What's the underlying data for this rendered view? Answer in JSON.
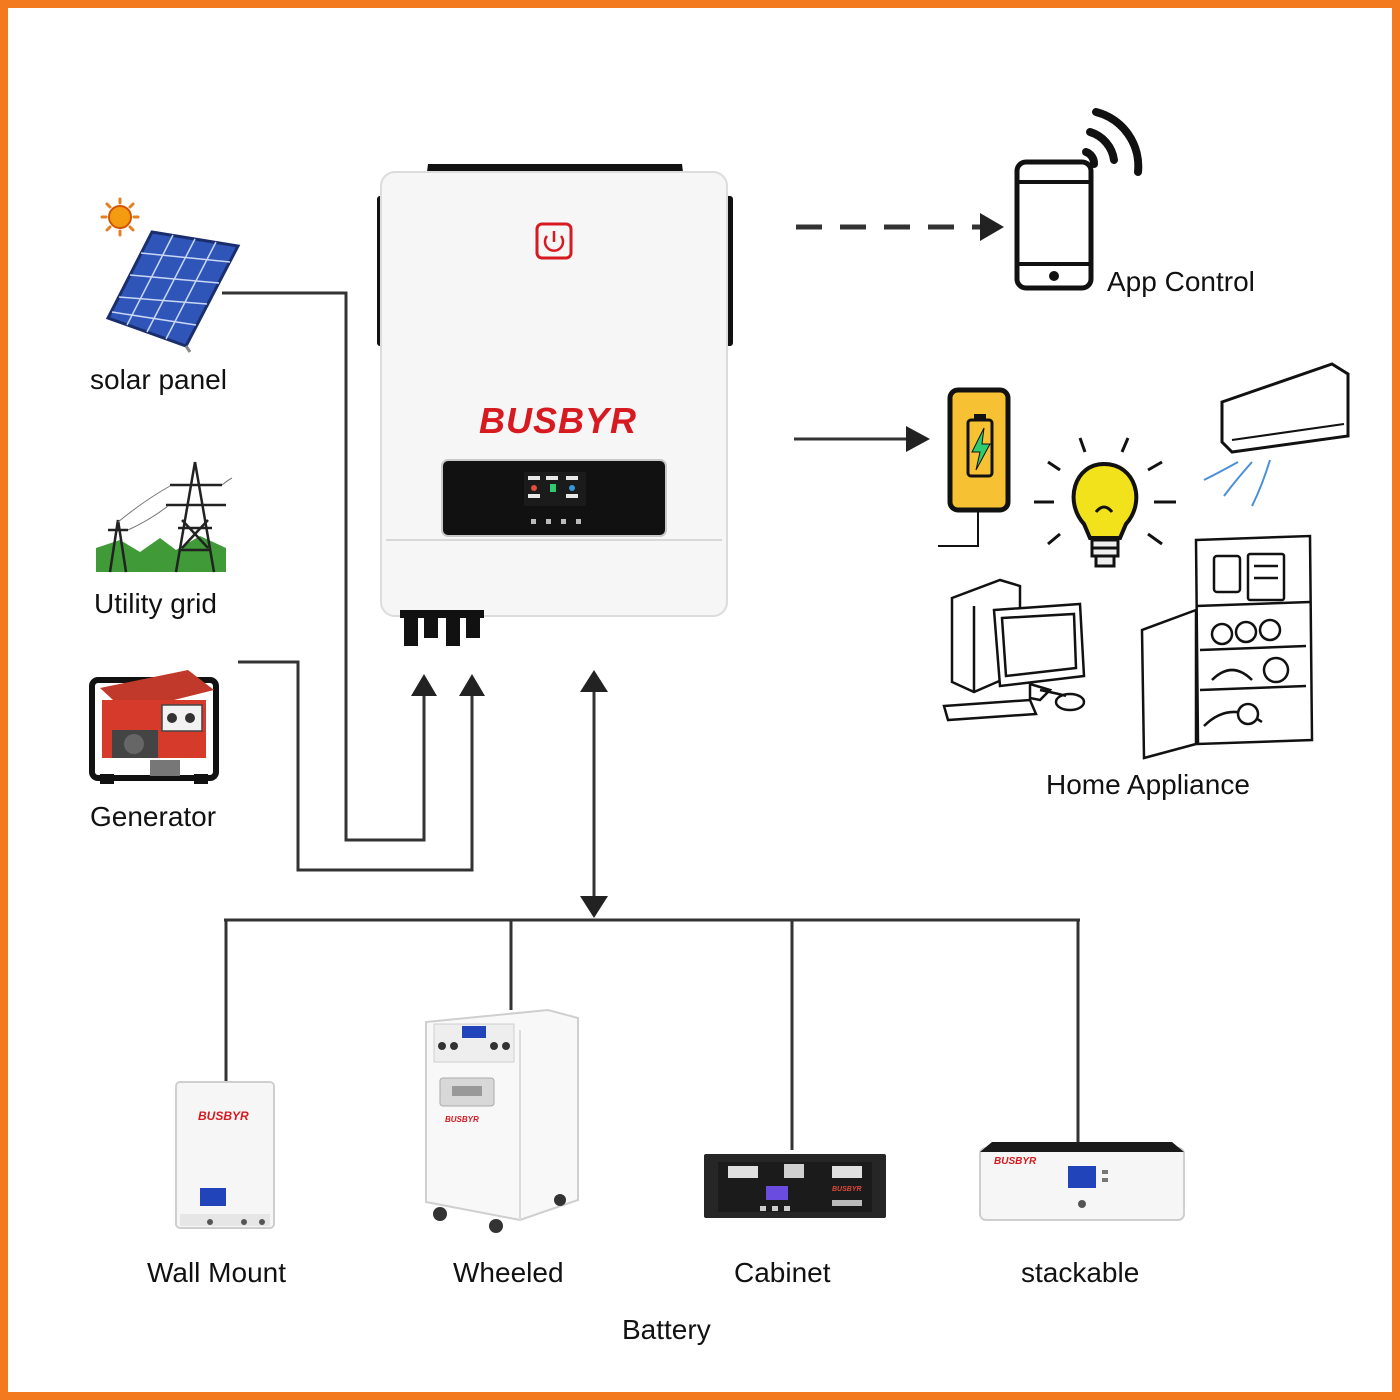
{
  "colors": {
    "frame": "#f47a20",
    "brand": "#d71920",
    "line": "#222222",
    "solar_panel": "#2f55b8",
    "bulb": "#f2e21b",
    "phone_screen": "#f6c233",
    "grass": "#3f9a37",
    "screen_dark": "#111111"
  },
  "inverter": {
    "brand": "BUSBYR"
  },
  "sources": {
    "solar": {
      "label": "solar panel",
      "icon": "solar-panel-icon"
    },
    "grid": {
      "label": "Utility grid",
      "icon": "power-tower-icon"
    },
    "generator": {
      "label": "Generator",
      "icon": "generator-icon"
    }
  },
  "outputs": {
    "app": {
      "label": "App Control",
      "icon": "smartphone-wifi-icon"
    },
    "appliances": {
      "label": "Home Appliance",
      "icons": [
        "phone-charging-icon",
        "light-bulb-icon",
        "air-conditioner-icon",
        "computer-icon",
        "refrigerator-icon"
      ]
    }
  },
  "battery": {
    "title": "Battery",
    "types": [
      {
        "label": "Wall Mount",
        "brand": "BUSBYR"
      },
      {
        "label": "Wheeled",
        "brand": "BUSBYR"
      },
      {
        "label": "Cabinet",
        "brand": "BUSBYR"
      },
      {
        "label": "stackable",
        "brand": "BUSBYR"
      }
    ]
  }
}
